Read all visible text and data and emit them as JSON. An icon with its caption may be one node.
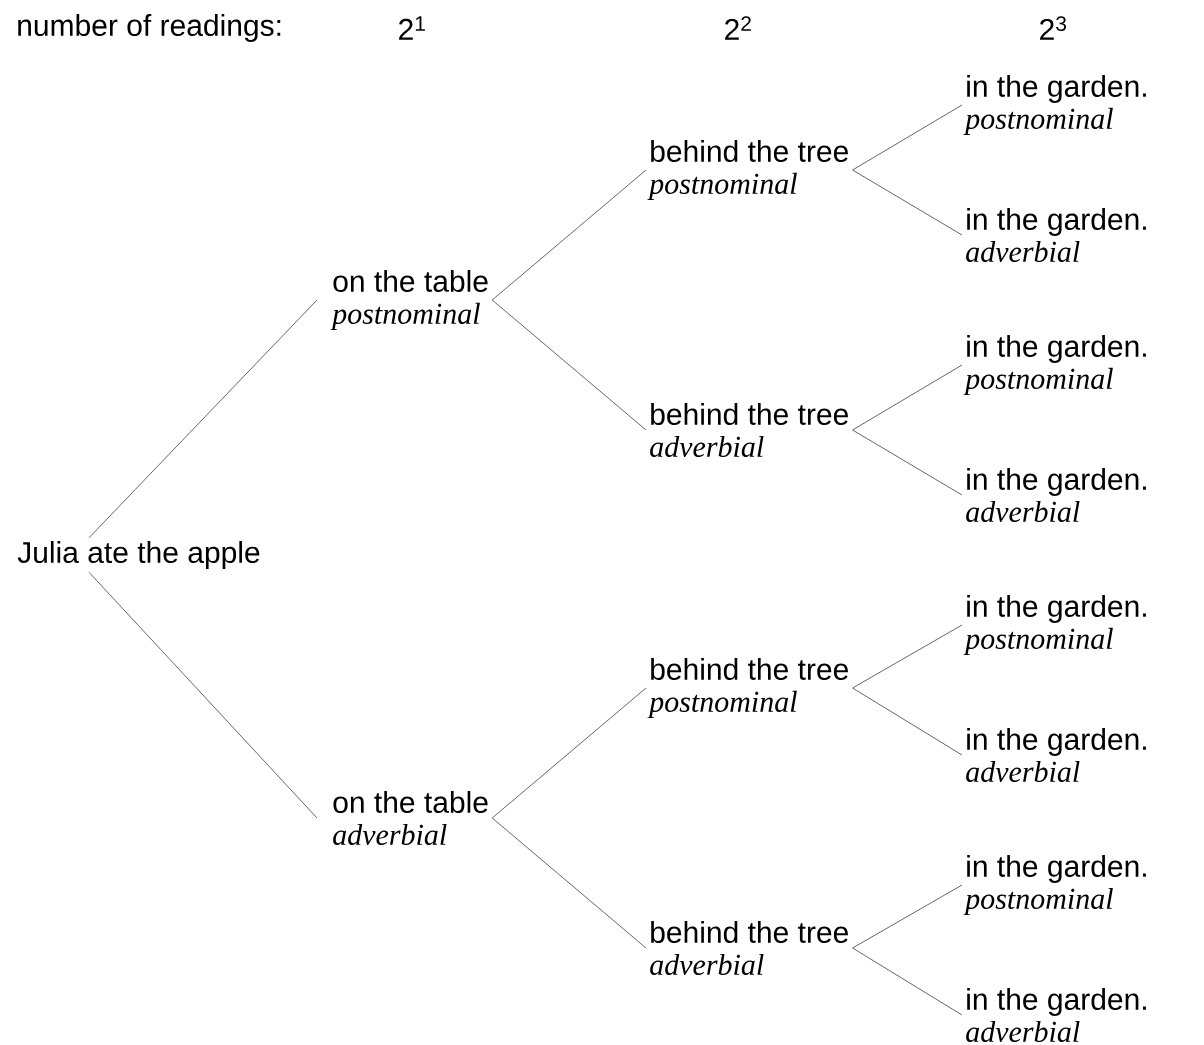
{
  "diagram": {
    "nodes": [
      {
        "text": [
          "Julia ate the apple"
        ]
      },
      {
        "text": [
          "on the table",
          "postnominal"
        ]
      },
      {
        "text": [
          "on the table",
          "adverbial"
        ]
      },
      {
        "text": [
          "behind the tree",
          "postnominal"
        ]
      },
      {
        "text": [
          "behind the tree",
          "adverbial"
        ]
      },
      {
        "text": [
          "behind the tree",
          "postnominal"
        ]
      },
      {
        "text": [
          "behind the tree",
          "adverbial"
        ]
      },
      {
        "text": [
          "in the garden.",
          "postnominal"
        ]
      },
      {
        "text": [
          "in the garden.",
          "adverbial"
        ]
      },
      {
        "text": [
          "in the garden.",
          "postnominal"
        ]
      },
      {
        "text": [
          "in the garden.",
          "adverbial"
        ]
      },
      {
        "text": [
          "in the garden.",
          "postnominal"
        ]
      },
      {
        "text": [
          "in the garden.",
          "adverbial"
        ]
      },
      {
        "text": [
          "in the garden.",
          "postnominal"
        ]
      },
      {
        "text": [
          "in the garden.",
          "adverbial"
        ]
      }
    ],
    "edges": [
      {
        "from": 0,
        "to": 1,
        "arrow": "none"
      },
      {
        "from": 0,
        "to": 2,
        "arrow": "none"
      },
      {
        "from": 1,
        "to": 3,
        "arrow": "none"
      },
      {
        "from": 1,
        "to": 4,
        "arrow": "none"
      },
      {
        "from": 2,
        "to": 5,
        "arrow": "none"
      },
      {
        "from": 2,
        "to": 6,
        "arrow": "none"
      },
      {
        "from": 3,
        "to": 7,
        "arrow": "none"
      },
      {
        "from": 3,
        "to": 8,
        "arrow": "none"
      },
      {
        "from": 4,
        "to": 9,
        "arrow": "none"
      },
      {
        "from": 4,
        "to": 10,
        "arrow": "none"
      },
      {
        "from": 5,
        "to": 11,
        "arrow": "none"
      },
      {
        "from": 5,
        "to": 12,
        "arrow": "none"
      },
      {
        "from": 6,
        "to": 13,
        "arrow": "none"
      },
      {
        "from": 6,
        "to": 14,
        "arrow": "none"
      }
    ],
    "labels": [
      "number of readings:",
      "2$^{1}$",
      "2$^{2}$",
      "2$^{3}$"
    ]
  }
}
